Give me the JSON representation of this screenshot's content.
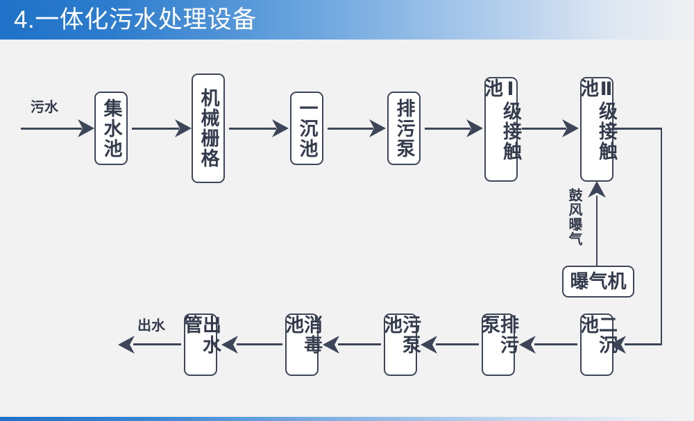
{
  "header": {
    "title": "4.一体化污水处理设备",
    "accent_color": "#1f72c8",
    "title_color": "#ffffff"
  },
  "theme": {
    "background": "#f2f2f2",
    "line_color": "#3d4558",
    "node_fill": "#ffffff",
    "text_color": "#333b4d"
  },
  "diagram": {
    "type": "process-flowchart",
    "inlet_label": "污水",
    "outlet_label": "出水",
    "aeration_label": "鼓风曝气",
    "row1": [
      {
        "id": "collection-tank",
        "label": "集水池",
        "chars": 3
      },
      {
        "id": "mechanical-grid",
        "label": "机械栅格",
        "chars": 4
      },
      {
        "id": "primary-settler",
        "label": "一沉池",
        "chars": 3
      },
      {
        "id": "sewage-pump-1",
        "label": "排污泵",
        "chars": 3
      },
      {
        "id": "contact-tank-1",
        "label": "Ⅰ级接触池",
        "chars": 5
      },
      {
        "id": "contact-tank-2",
        "label": "Ⅱ级接触池",
        "chars": 5
      }
    ],
    "aerator": {
      "id": "aerator",
      "label": "曝气机"
    },
    "row2": [
      {
        "id": "secondary-settler",
        "label": "二沉池",
        "chars": 3
      },
      {
        "id": "sewage-pump-2",
        "label": "排污泵",
        "chars": 3
      },
      {
        "id": "sludge-pump-tank",
        "label": "污泵池",
        "chars": 3
      },
      {
        "id": "disinfection-tank",
        "label": "消毒池",
        "chars": 3
      },
      {
        "id": "outlet-pipe",
        "label": "出水管",
        "chars": 3
      }
    ]
  }
}
